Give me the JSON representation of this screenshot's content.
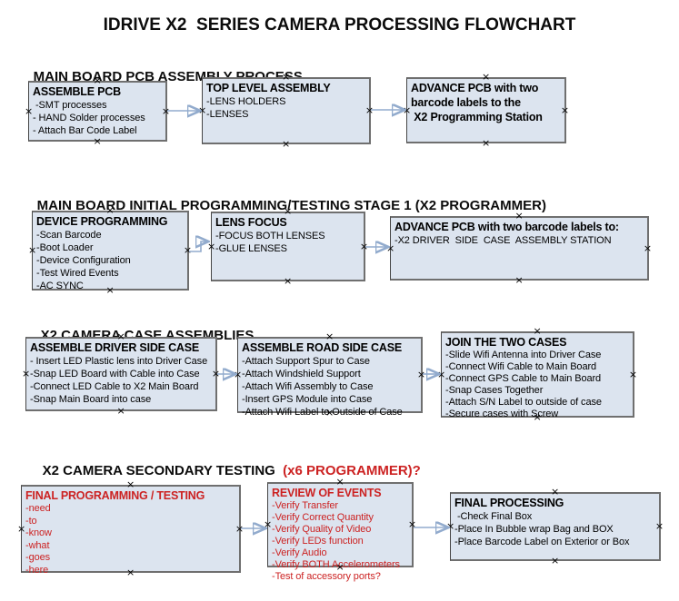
{
  "title": "IDRIVE X2  SERIES CAMERA PROCESSING FLOWCHART",
  "icons": {
    "anchor_x": "×"
  },
  "colors": {
    "box_fill": "#dce4ef",
    "box_border": "#6f6f6f",
    "accent_red": "#cc2222",
    "arrow_line": "#92abcd",
    "arrow_head": "#3a5fa0"
  },
  "sections": [
    {
      "heading": "MAIN BOARD PCB ASSEMBLY PROCESS",
      "boxes": [
        {
          "title": "ASSEMBLE PCB",
          "items": [
            " -SMT processes",
            "- HAND Solder processes",
            "- Attach Bar Code Label"
          ]
        },
        {
          "title": "TOP LEVEL ASSEMBLY",
          "items": [
            "-LENS HOLDERS",
            "-LENSES"
          ]
        },
        {
          "title": "ADVANCE PCB with two\nbarcode labels to the\n X2 Programming Station",
          "items": []
        }
      ]
    },
    {
      "heading": "MAIN BOARD INITIAL PROGRAMMING/TESTING STAGE 1 (X2 PROGRAMMER)",
      "boxes": [
        {
          "title": "DEVICE PROGRAMMING",
          "items": [
            "-Scan Barcode",
            "-Boot Loader",
            "-Device Configuration",
            "-Test Wired Events",
            "-AC SYNC"
          ]
        },
        {
          "title": "LENS FOCUS",
          "items": [
            "-FOCUS BOTH LENSES",
            "-GLUE LENSES"
          ]
        },
        {
          "title": "ADVANCE PCB with two barcode labels to:",
          "items": [
            "-X2 DRIVER  SIDE  CASE  ASSEMBLY STATION"
          ]
        }
      ]
    },
    {
      "heading": "X2 CAMERA CASE ASSEMBLIES",
      "boxes": [
        {
          "title": "ASSEMBLE DRIVER SIDE CASE",
          "items": [
            "- Insert LED Plastic lens into Driver Case",
            "-Snap LED Board with Cable into Case",
            "-Connect LED Cable to X2 Main Board",
            "-Snap Main Board into case"
          ]
        },
        {
          "title": "ASSEMBLE ROAD SIDE CASE",
          "items": [
            "-Attach Support Spur to Case",
            "-Attach Windshield Support",
            "-Attach Wifi Assembly to Case",
            "-Insert GPS Module into Case",
            "-Attach Wifi Label to Outside of Case"
          ]
        },
        {
          "title": "JOIN THE TWO CASES",
          "items": [
            "-Slide Wifi Antenna into Driver Case",
            "-Connect Wifi Cable to Main Board",
            "-Connect GPS Cable to Main Board",
            "-Snap Cases Together",
            "-Attach S/N Label to outside of case",
            "-Secure cases with Screw"
          ]
        }
      ]
    },
    {
      "heading": "X2 CAMERA SECONDARY TESTING  ",
      "heading_red": "(x6 PROGRAMMER)?",
      "boxes": [
        {
          "title": "FINAL PROGRAMMING / TESTING",
          "items": [
            "-need",
            "-to",
            "-know",
            "-what",
            "-goes",
            "-here"
          ]
        },
        {
          "title": "REVIEW OF EVENTS",
          "items": [
            "-Verify Transfer",
            "-Verify Correct Quantity",
            "-Verify Quality of Video",
            "-Verify LEDs function",
            "-Verify Audio",
            "-Verify BOTH Accelerometers",
            "-Test of accessory ports?"
          ]
        },
        {
          "title": "FINAL PROCESSING",
          "items": [
            " -Check Final Box",
            "-Place In Bubble wrap Bag and BOX",
            "-Place Barcode Label on Exterior or Box"
          ]
        }
      ]
    }
  ]
}
